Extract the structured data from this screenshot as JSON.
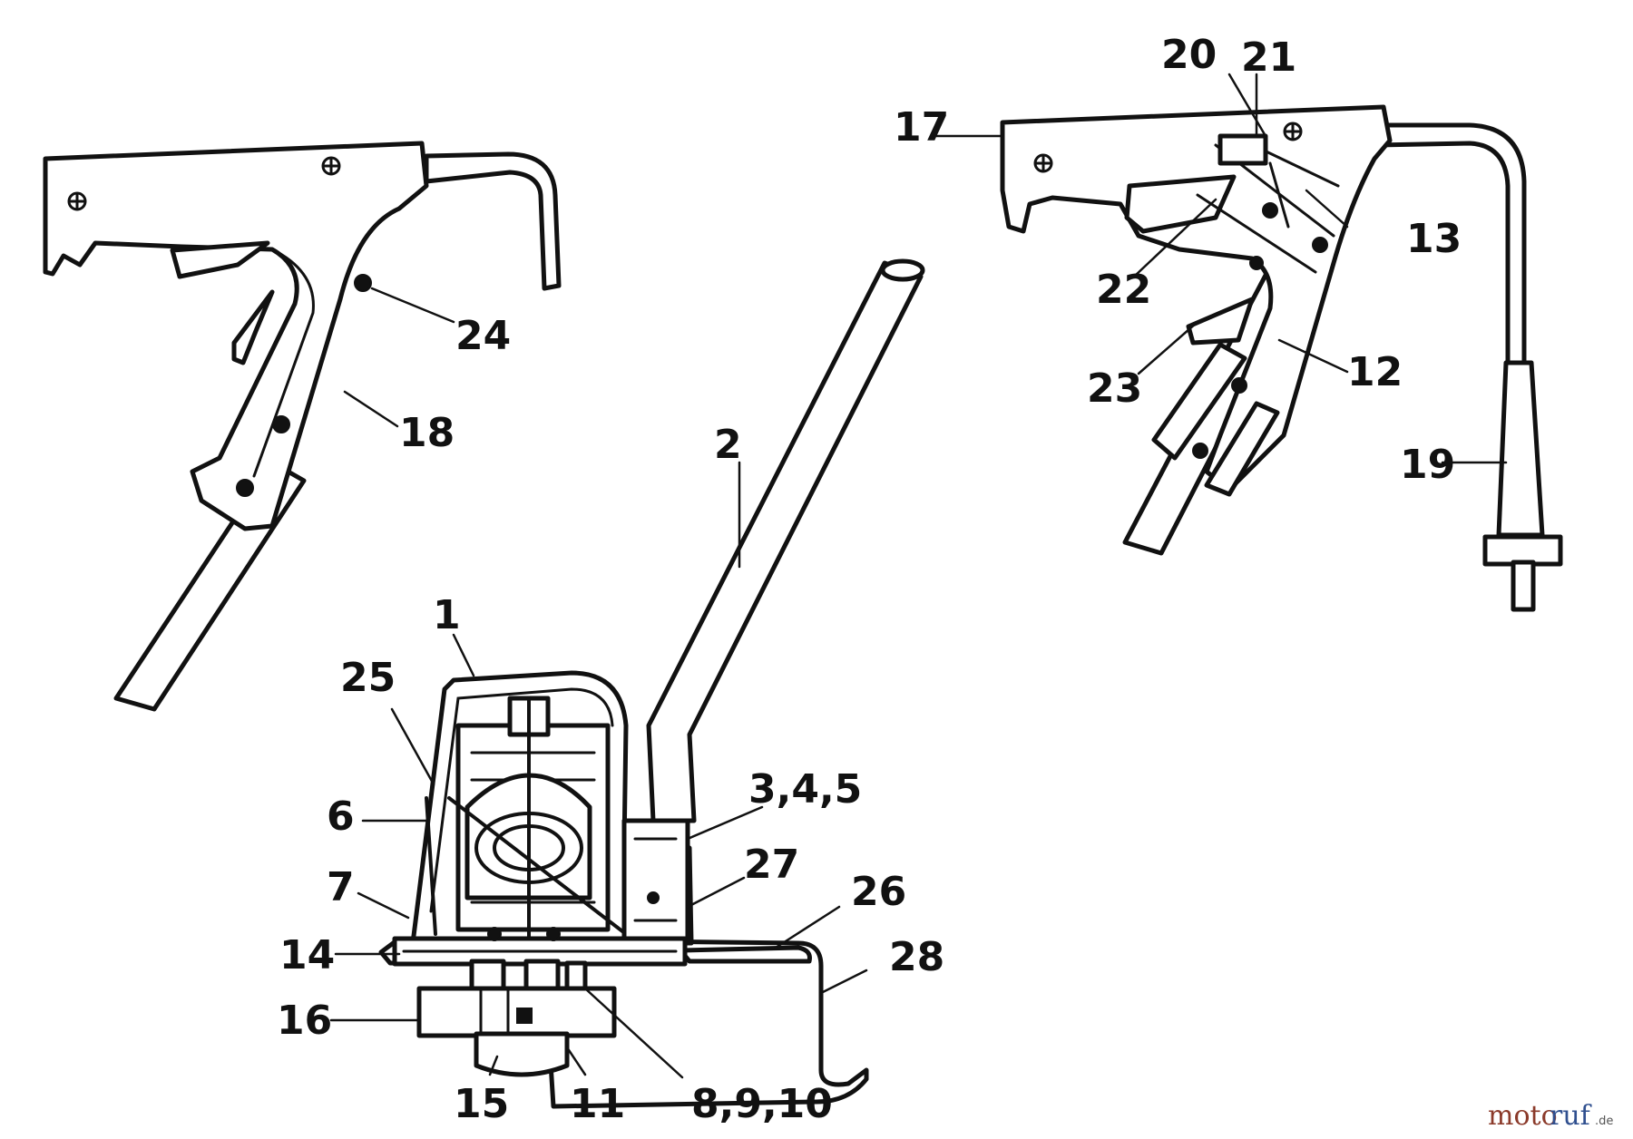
{
  "diagram": {
    "callouts": {
      "c1": "1",
      "c2": "2",
      "c345": "3,4,5",
      "c6": "6",
      "c7": "7",
      "c8910": "8,9,10",
      "c11": "11",
      "c12": "12",
      "c13": "13",
      "c14": "14",
      "c15": "15",
      "c16": "16",
      "c17": "17",
      "c18": "18",
      "c19": "19",
      "c20": "20",
      "c21": "21",
      "c22": "22",
      "c23": "23",
      "c24": "24",
      "c25": "25",
      "c26": "26",
      "c27": "27",
      "c28": "28"
    },
    "watermark": {
      "moto": "moto",
      "ruf": "ruf",
      "suffix": ".de"
    }
  }
}
